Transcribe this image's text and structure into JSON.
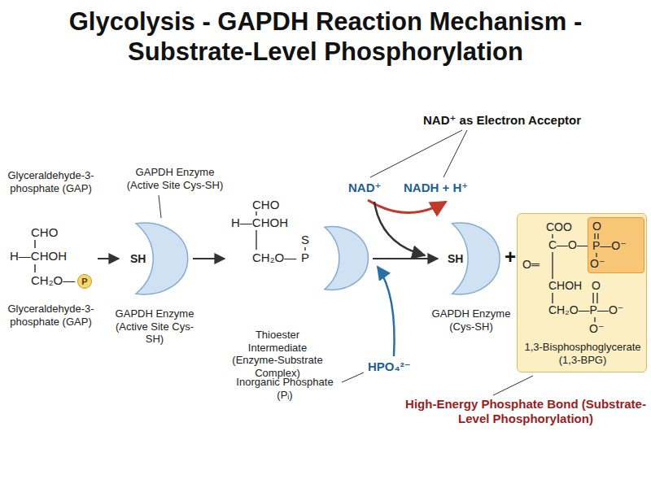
{
  "diagram": {
    "title": "Glycolysis - GAPDH Reaction Mechanism - Substrate-Level Phosphorylation",
    "nodes": [
      {
        "text": [
          "SH"
        ]
      },
      {
        "text": [
          "CHO",
          "H—CHOH",
          "CH₂O—",
          "S",
          "P"
        ]
      },
      {
        "text": [
          "SH"
        ]
      },
      {
        "text": [
          "COO",
          "C—O—",
          "O═",
          "CHOH",
          "O",
          "CH₂O—P—O⁻",
          "O⁻",
          "1,3-Bisphosphoglycerate (1,3-BPG)"
        ]
      },
      {
        "text": [
          "O",
          "P—O⁻",
          "O⁻"
        ],
        "in": 3
      }
    ],
    "edges": [
      {
        "from": 0,
        "to": 1,
        "arrow": "to"
      },
      {
        "from": 1,
        "to": 2,
        "arrow": "to"
      }
    ],
    "labels": [
      "Glyceraldehyde-3-phosphate (GAP)",
      "CHO",
      "H—CHOH",
      "CH₂O—",
      "P",
      "Glyceraldehyde-3-phosphate (GAP)",
      "GAPDH Enzyme (Active Site Cys-SH)",
      "GAPDH Enzyme (Active Site Cys-SH)",
      "Thioester Intermediate (Enzyme-Substrate Complex)",
      "NAD⁺ as Electron Acceptor",
      "NAD⁺",
      "NADH + H⁺",
      "HPO₄²⁻",
      "Inorganic Phosphate (Pᵢ)",
      "GAPDH Enzyme (Cys-SH)",
      "+",
      "High-Energy Phosphate Bond (Substrate-Level Phosphorylation)"
    ]
  }
}
